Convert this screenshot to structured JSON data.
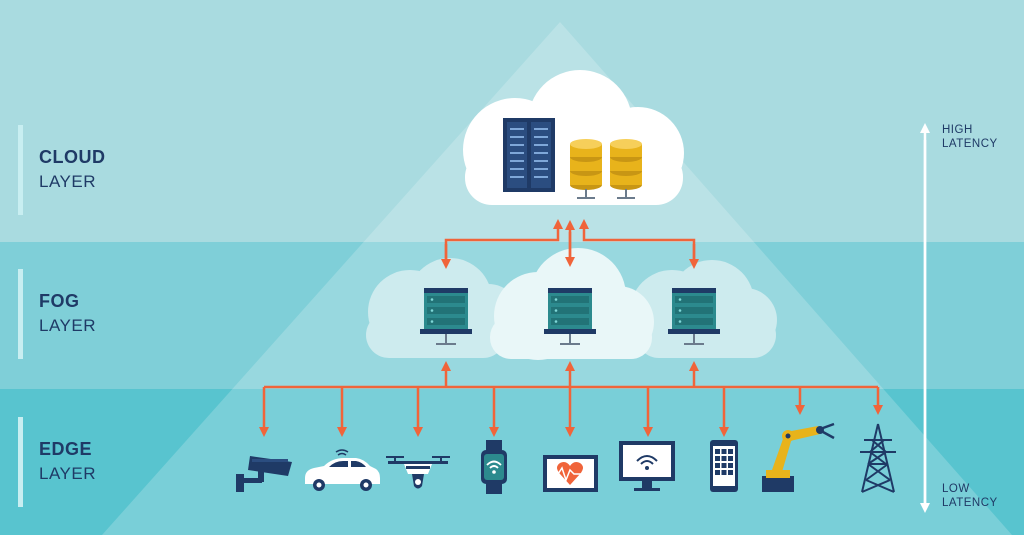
{
  "layers": {
    "cloud": {
      "title": "CLOUD",
      "subtitle": "LAYER"
    },
    "fog": {
      "title": "FOG",
      "subtitle": "LAYER"
    },
    "edge": {
      "title": "EDGE",
      "subtitle": "LAYER"
    }
  },
  "latency": {
    "high_line1": "HIGH",
    "high_line2": "LATENCY",
    "low_line1": "LOW",
    "low_line2": "LATENCY"
  },
  "colors": {
    "cloud_band": "#a9dbe0",
    "fog_band": "#7fcfd8",
    "edge_band": "#58c4cf",
    "arrow": "#f0643a",
    "navy": "#1f3a66",
    "server_teal": "#2c8a8e",
    "database_gold": "#e8b31b"
  },
  "edge_devices": [
    "security-camera-icon",
    "car-icon",
    "drone-icon",
    "smartwatch-icon",
    "heart-monitor-icon",
    "computer-monitor-icon",
    "tablet-icon",
    "robot-arm-icon",
    "power-tower-icon"
  ]
}
